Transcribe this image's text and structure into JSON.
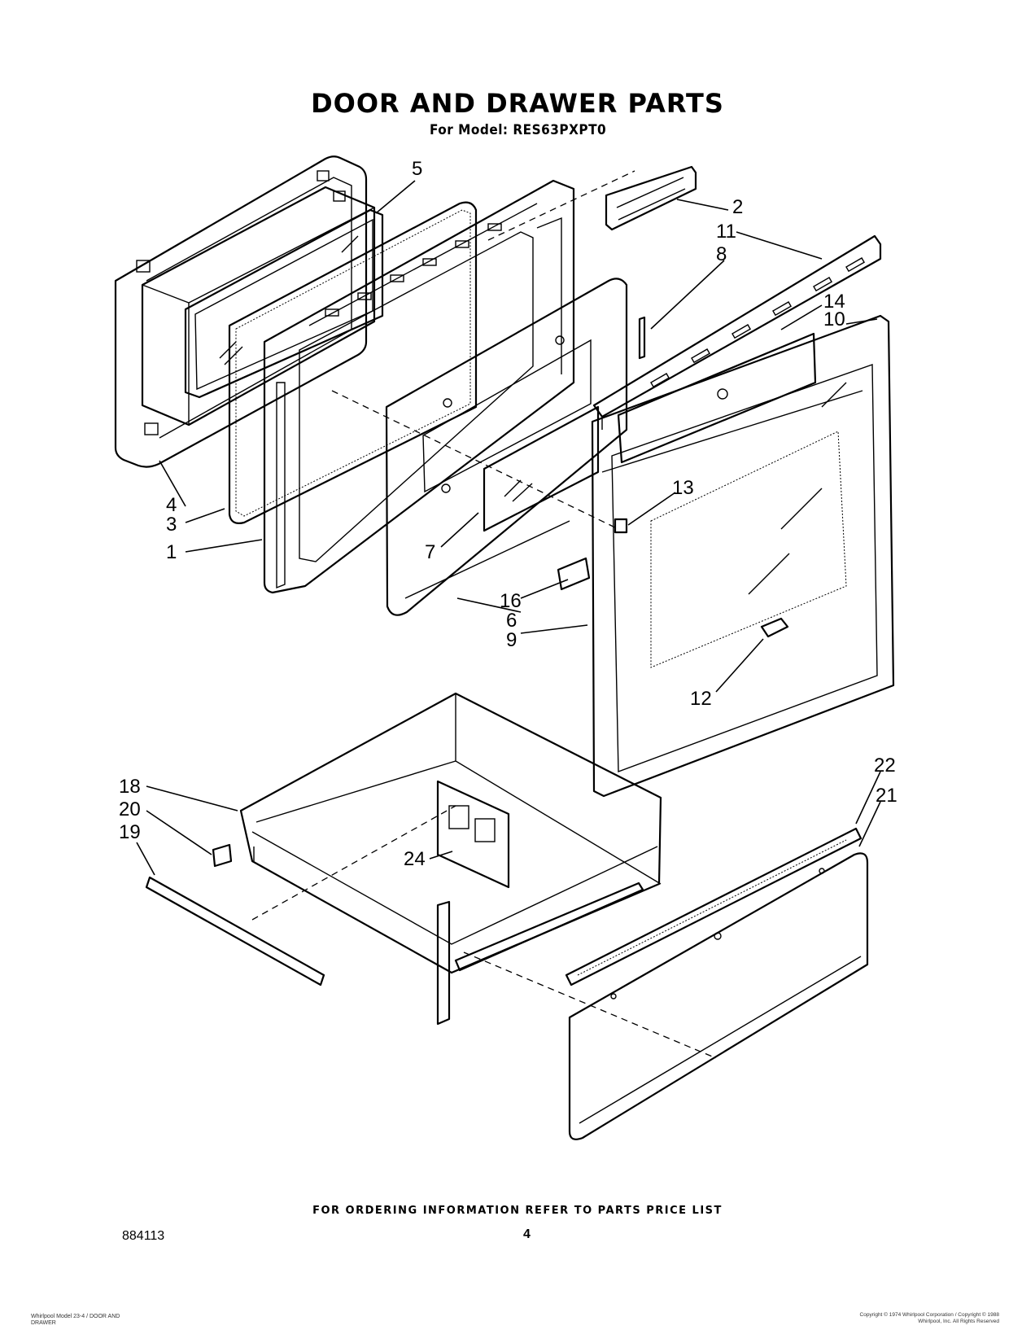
{
  "header": {
    "title": "DOOR AND DRAWER PARTS",
    "subtitle": "For Model: RES63PXPT0"
  },
  "callouts": {
    "c1": "1",
    "c2": "2",
    "c3": "3",
    "c4": "4",
    "c5": "5",
    "c6": "6",
    "c7": "7",
    "c8": "8",
    "c9": "9",
    "c10": "10",
    "c11": "11",
    "c12": "12",
    "c13": "13",
    "c14": "14",
    "c16": "16",
    "c18": "18",
    "c19": "19",
    "c20": "20",
    "c21": "21",
    "c22": "22",
    "c24": "24"
  },
  "footer": {
    "ordering_note": "FOR ORDERING INFORMATION REFER TO PARTS PRICE LIST",
    "document_number": "884113",
    "page_number": "4",
    "fine_print_left": "Whirlpool Model 23-4 / DOOR AND DRAWER",
    "fine_print_right": "Copyright © 1974 Whirlpool Corporation / Copyright © 1988 Whirlpool, Inc. All Rights Reserved"
  }
}
